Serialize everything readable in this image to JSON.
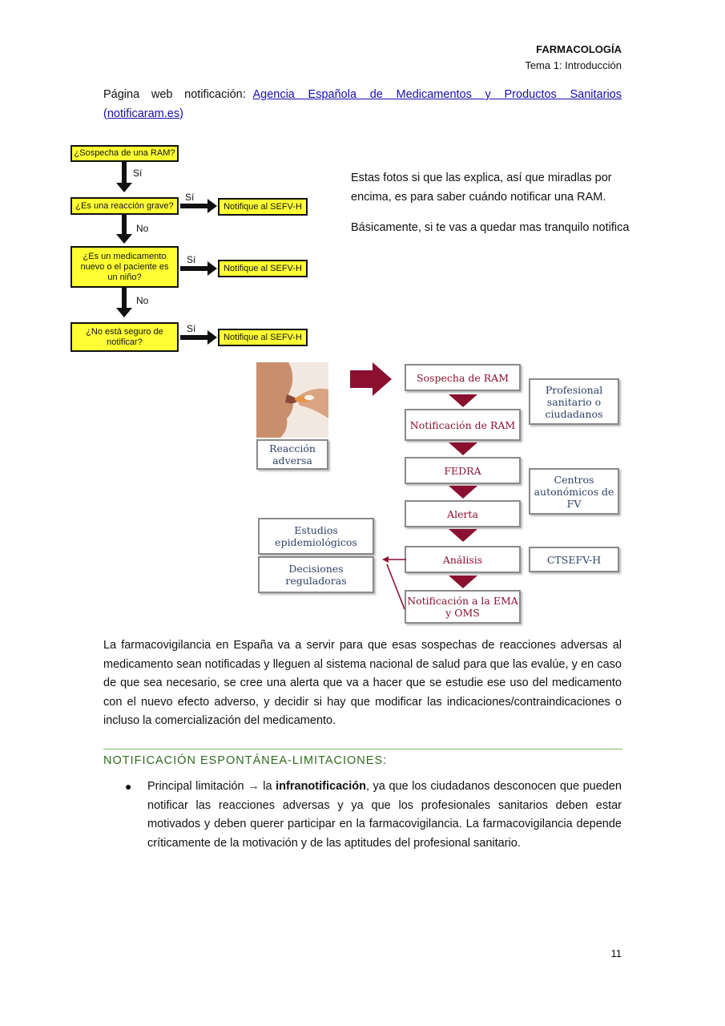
{
  "header": {
    "subject": "FARMACOLOGÍA",
    "topic": "Tema 1: Introducción"
  },
  "intro": {
    "label": "Página web notificación:",
    "link_text": "Agencia Española de Medicamentos y Productos Sanitarios (notificaram.es)"
  },
  "side_notes": {
    "note1": "Estas fotos si que las explica, así que miradlas por encima, es para saber cuándo notificar una RAM.",
    "note2": "Básicamente, si te vas a quedar mas tranquilo notifica"
  },
  "flowchart_yellow": {
    "q1": "¿Sospecha de una RAM?",
    "q2": "¿Es una reacción grave?",
    "q3": "¿Es un medicamento nuevo o el paciente es un niño?",
    "q4": "¿No está seguro de notificar?",
    "action": "Notifique al SEFV-H",
    "yes": "Sí",
    "no": "No",
    "yes_first": "Sí"
  },
  "flowchart_ram": {
    "photo_caption": "Reacción adversa",
    "steps": [
      "Sospecha de RAM",
      "Notificación de RAM",
      "FEDRA",
      "Alerta",
      "Análisis",
      "Notificación a la EMA y OMS"
    ],
    "side_boxes": [
      "Profesional sanitario o ciudadanos",
      "Centros autonómicos de FV",
      "CTSEFV-H"
    ],
    "outputs": [
      "Estudios epidemiológicos",
      "Decisiones reguladoras"
    ]
  },
  "body_paragraph": "La farmacovigilancia en España va a servir para que esas sospechas de reacciones adversas al medicamento sean notificadas y lleguen al sistema nacional de salud para que las evalúe, y en caso de que sea necesario, se cree una alerta que va a hacer que se estudie ese uso del medicamento con el nuevo efecto adverso, y decidir si hay que modificar las indicaciones/contraindicaciones o incluso la comercialización del medicamento.",
  "section_title": "NOTIFICACIÓN ESPONTÁNEA-LIMITACIONES:",
  "bullet": {
    "lead": "Principal limitación",
    "arrow": "→",
    "pre": "la",
    "bold": "infranotificación",
    "rest": ", ya que los ciudadanos desconocen que pueden notificar las reacciones adversas y ya que los profesionales sanitarios deben estar motivados y deben querer participar en la farmacovigilancia. La farmacovigilancia depende críticamente de la motivación y de las aptitudes del profesional sanitario."
  },
  "page_number": "11",
  "colors": {
    "yellow_box": "#ffff33",
    "maroon": "#8b1030",
    "navy_text": "#2e3f66",
    "section_green": "#2f6b1e",
    "rule_green": "#7fb26a",
    "link_blue": "#1a0dab"
  }
}
